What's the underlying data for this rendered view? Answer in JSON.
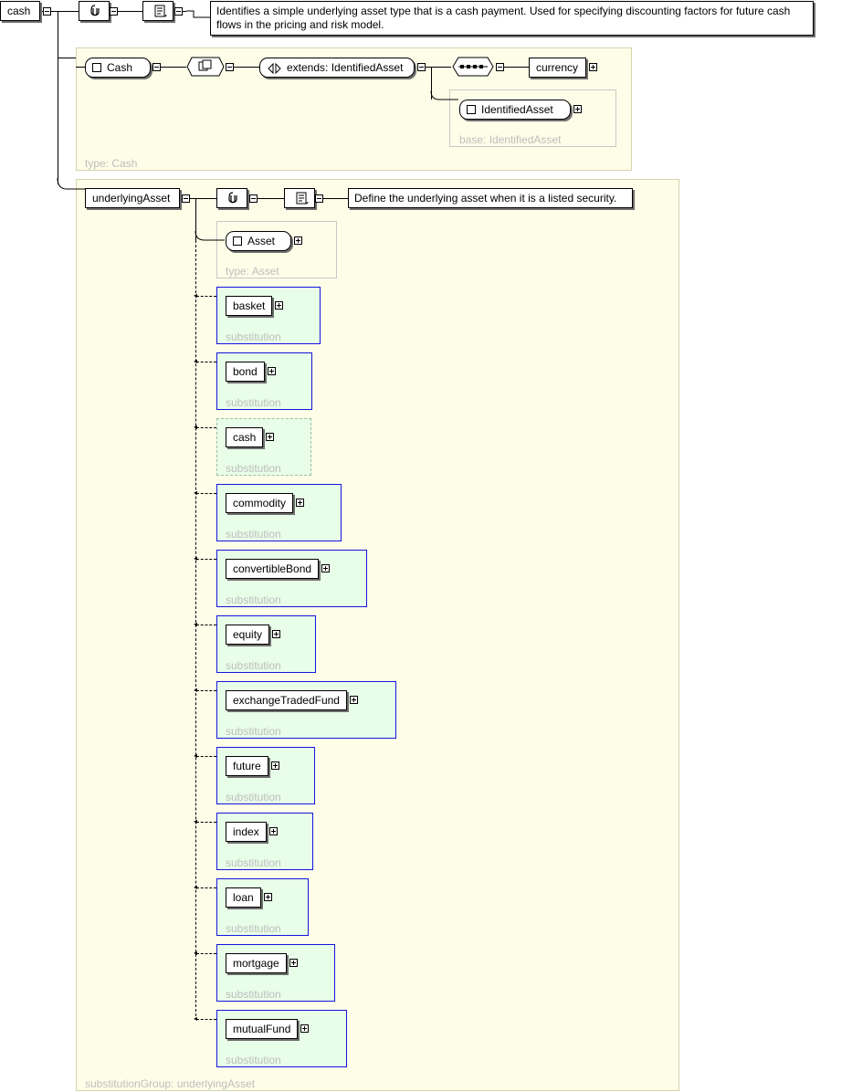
{
  "root": {
    "name": "cash",
    "annotation": "Identifies a simple underlying asset type that is a cash payment. Used for specifying discounting factors for future cash flows in the pricing and risk model."
  },
  "cash_type": {
    "node": "Cash",
    "extends": "extends: IdentifiedAsset",
    "currency": "currency",
    "identified_asset": "IdentifiedAsset",
    "base_caption": "base: IdentifiedAsset",
    "type_caption": "type: Cash"
  },
  "underlying": {
    "name": "underlyingAsset",
    "annotation": "Define the underlying asset when it is a listed security.",
    "asset": "Asset",
    "asset_caption": "type: Asset",
    "group_caption": "substitutionGroup: underlyingAsset",
    "substitution_caption": "substitution",
    "substitutions": [
      {
        "name": "basket",
        "highlight": true
      },
      {
        "name": "bond",
        "highlight": true
      },
      {
        "name": "cash",
        "highlight": false
      },
      {
        "name": "commodity",
        "highlight": true
      },
      {
        "name": "convertibleBond",
        "highlight": true
      },
      {
        "name": "equity",
        "highlight": true
      },
      {
        "name": "exchangeTradedFund",
        "highlight": true
      },
      {
        "name": "future",
        "highlight": true
      },
      {
        "name": "index",
        "highlight": true
      },
      {
        "name": "loan",
        "highlight": true
      },
      {
        "name": "mortgage",
        "highlight": true
      },
      {
        "name": "mutualFund",
        "highlight": true
      }
    ]
  },
  "icons": [
    "sequence-compositor-icon",
    "annotation-icon",
    "attribute-group-icon",
    "extension-icon",
    "choice-dots-icon",
    "expand-icon",
    "collapse-icon"
  ]
}
